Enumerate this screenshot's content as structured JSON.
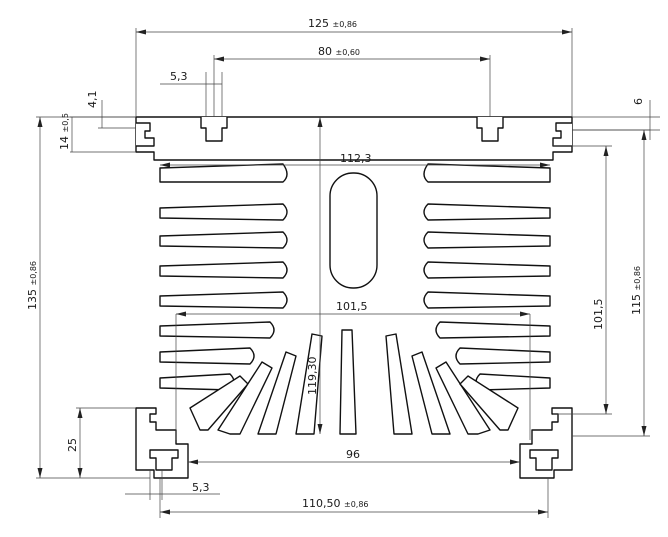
{
  "dimensions": {
    "overall_width": {
      "value": "125",
      "tol": "±0,86"
    },
    "slot_spacing": {
      "value": "80",
      "tol": "±0,60"
    },
    "slot_width_top": {
      "value": "5,3"
    },
    "top_depth": {
      "value": "4,1"
    },
    "flange": {
      "value": "14",
      "tol": "±0,5"
    },
    "right_6": {
      "value": "6"
    },
    "fin_span": {
      "value": "112,3"
    },
    "inner_width": {
      "value": "101,5"
    },
    "center_height": {
      "value": "119,30"
    },
    "overall_height": {
      "value": "135",
      "tol": "±0,86"
    },
    "right_height": {
      "value": "115",
      "tol": "±0,86"
    },
    "right_inner": {
      "value": "101,5"
    },
    "left_25": {
      "value": "25"
    },
    "bottom_96": {
      "value": "96"
    },
    "slot_width_bottom": {
      "value": "5,3"
    },
    "bottom_width": {
      "value": "110,50",
      "tol": "±0,86"
    }
  }
}
